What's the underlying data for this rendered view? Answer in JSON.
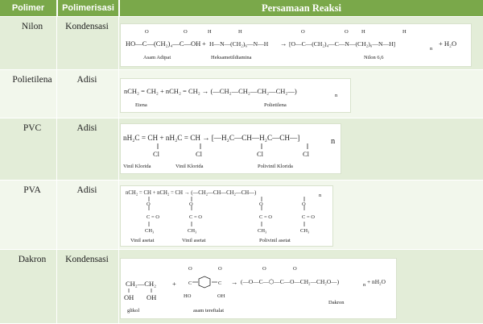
{
  "headers": {
    "polimer": "Polimer",
    "polimerisasi": "Polimerisasi",
    "reaksi": "Persamaan Reaksi"
  },
  "colors": {
    "header_bg": "#7aa84a",
    "row_odd": "#e3edd8",
    "row_even": "#f2f7ec",
    "accent_text": "#ffffff"
  },
  "rows": [
    {
      "polimer": "Nilon",
      "polimerisasi": "Kondensasi",
      "eq": {
        "h": "H",
        "acid": "HO—C—(CH₂)₄—C—OH",
        "o": "O",
        "plus": "+",
        "amine": "H—N—(CH₂)₆—N—H",
        "arrow": "→",
        "product": "[O—C—(CH₂)₄—C—N—(CH₂)₆—N—H]",
        "n": "n",
        "water": "+ H₂O",
        "label_acid": "Asam Adipat",
        "label_amine": "Heksametildiamina",
        "label_product": "Nilon 6,6"
      }
    },
    {
      "polimer": "Polietilena",
      "polimerisasi": "Adisi",
      "eq": {
        "reaction": "nCH₂ = CH₂ + nCH₂ = CH₂ → (—CH₂—CH₂—CH₂—CH₂—)",
        "n": "n",
        "label_monomer": "Etena",
        "label_product": "Polietilena"
      }
    },
    {
      "polimer": "PVC",
      "polimerisasi": "Adisi",
      "eq": {
        "reaction": "nH₂C = CH + nH₂C = CH → [—H₂C—CH—H₂C—CH—]",
        "n": "n",
        "cl": "Cl",
        "label_m1": "Vinil Klorida",
        "label_m2": "Vinil Klorida",
        "label_product": "Polivinil Klorida"
      }
    },
    {
      "polimer": "PVA",
      "polimerisasi": "Adisi",
      "eq": {
        "reaction": "nCH₂ = CH + nCH₂ = CH → (—CH₂—CH—CH₂—CH—)",
        "n": "n",
        "o": "O",
        "co": "C = O",
        "ch3": "CH₃",
        "label_m1": "Vinil asetat",
        "label_m2": "Vinil asetat",
        "label_product": "Polivinil asetat"
      }
    },
    {
      "polimer": "Dakron",
      "polimerisasi": "Kondensasi",
      "eq": {
        "glikol": "CH₂—CH₂",
        "oh": "OH",
        "plus": "+",
        "o": "O",
        "c": "C",
        "ho": "HO",
        "arrow": "→",
        "product": "(—O—C—⬡—C—O—CH₂—CH₂O—)",
        "n": "n",
        "water": "+ nH₂O",
        "label_glikol": "glikol",
        "label_acid": "asam tereftalat",
        "label_product": "Dakron"
      }
    }
  ]
}
